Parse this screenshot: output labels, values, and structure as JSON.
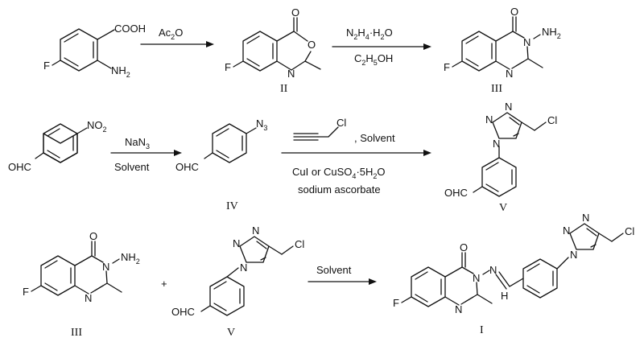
{
  "reaction_1": {
    "starting_material": {
      "acid": "COOH",
      "amine": "NH",
      "amine_sub": "2",
      "fluoro": "F"
    },
    "step_a": {
      "reagent": "Ac",
      "reagent_sub": "2",
      "reagent_tail": "O"
    },
    "compound_II": {
      "carbonyl_o": "O",
      "ring_o": "O",
      "ring_n": "N",
      "fluoro": "F",
      "label": "II"
    },
    "step_b": {
      "reagent_1": "N",
      "reagent_1_sub": "2",
      "reagent_1_mid": "H",
      "reagent_1_sub2": "4",
      "reagent_1_dot": "·",
      "reagent_1_tail": "H",
      "reagent_1_sub3": "2",
      "reagent_1_end": "O",
      "reagent_2": "C",
      "reagent_2_sub": "2",
      "reagent_2_mid": "H",
      "reagent_2_sub2": "5",
      "reagent_2_tail": "OH"
    },
    "compound_III": {
      "carbonyl_o": "O",
      "ring_n": "N",
      "n_amino": "N",
      "amino": "NH",
      "amino_sub": "2",
      "ring_n2": "N",
      "fluoro": "F",
      "label": "III"
    }
  },
  "reaction_2": {
    "starting_material": {
      "nitro": "NO",
      "nitro_sub": "2",
      "aldehyde": "OHC"
    },
    "step_a": {
      "reagent": "NaN",
      "reagent_sub": "3",
      "solvent": "Solvent"
    },
    "compound_IV": {
      "azide": "N",
      "azide_sub": "3",
      "aldehyde": "OHC",
      "label": "IV"
    },
    "step_b": {
      "alkyne_cl": "Cl",
      "comma_solvent": ",  Solvent",
      "catalyst": "CuI or CuSO",
      "catalyst_sub": "4",
      "catalyst_dot": "·",
      "catalyst_tail": "5H",
      "catalyst_sub2": "2",
      "catalyst_end": "O",
      "reductant": "sodium ascorbate"
    },
    "compound_V": {
      "triazole_n1": "N",
      "triazole_n2": "N",
      "triazole_n3": "N",
      "chloro": "Cl",
      "aldehyde": "OHC",
      "label": "V"
    }
  },
  "reaction_3": {
    "reactant_III": {
      "carbonyl_o": "O",
      "n_amino": "N",
      "amino": "NH",
      "amino_sub": "2",
      "ring_n": "N",
      "fluoro": "F",
      "label": "III"
    },
    "plus": "+",
    "reactant_V": {
      "triazole_n1": "N",
      "triazole_n2": "N",
      "triazole_n3": "N",
      "chloro": "Cl",
      "aldehyde": "OHC",
      "label": "V"
    },
    "step": {
      "solvent": "Solvent"
    },
    "product_I": {
      "carbonyl_o": "O",
      "n3": "N",
      "imine_n": "N",
      "imine_h": "H",
      "ring_n": "N",
      "triazole_n1": "N",
      "triazole_n2": "N",
      "triazole_n3": "N",
      "chloro": "Cl",
      "fluoro": "F",
      "label": "I"
    }
  }
}
